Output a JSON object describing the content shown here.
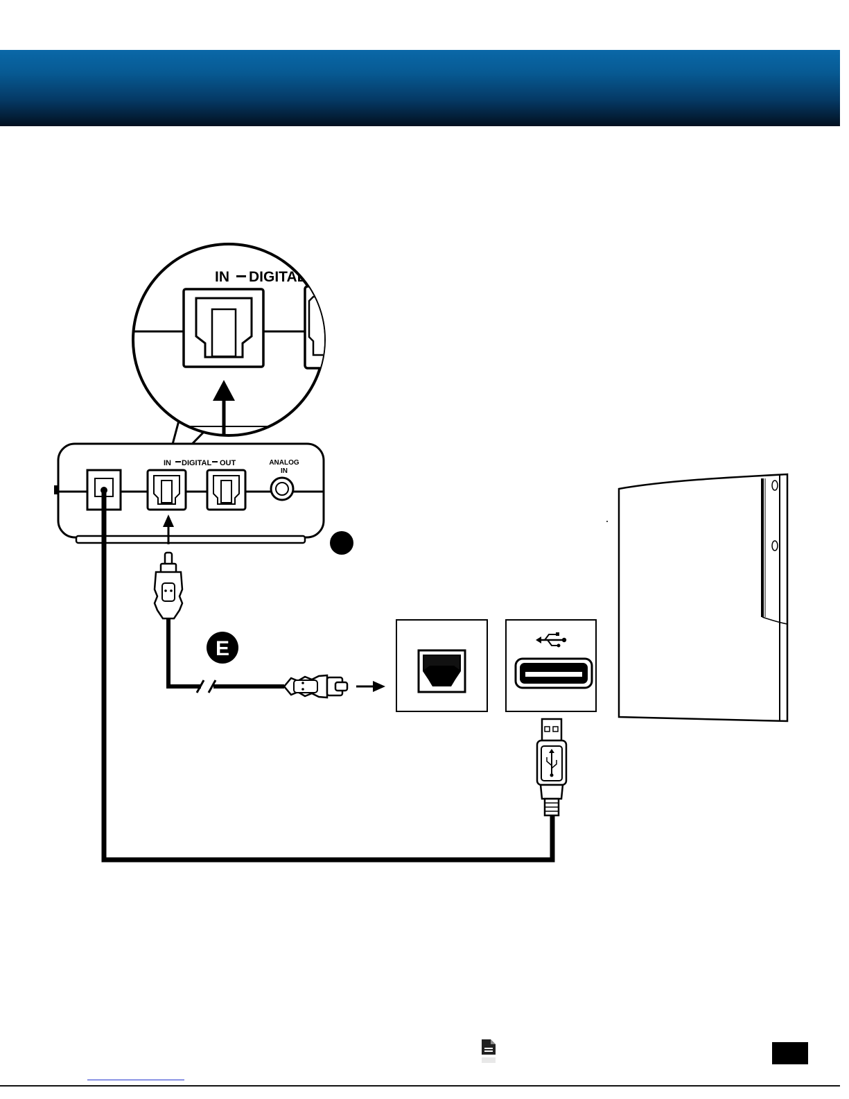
{
  "header": {
    "color_top": "#0a68a8",
    "color_bottom": "#02101f"
  },
  "zoom_callout": {
    "label_in": "IN",
    "label_digital": "DIGITAL"
  },
  "receiver": {
    "label_in": "IN",
    "label_digital": "DIGITAL",
    "label_out": "OUT",
    "label_analog": "ANALOG",
    "label_analog_in": "IN"
  },
  "step_marker": {
    "letter": "E"
  },
  "console_ports": {
    "usb_symbol": "usb-icon",
    "optical": "optical-port-icon"
  },
  "footer": {
    "icon": "document-icon"
  }
}
